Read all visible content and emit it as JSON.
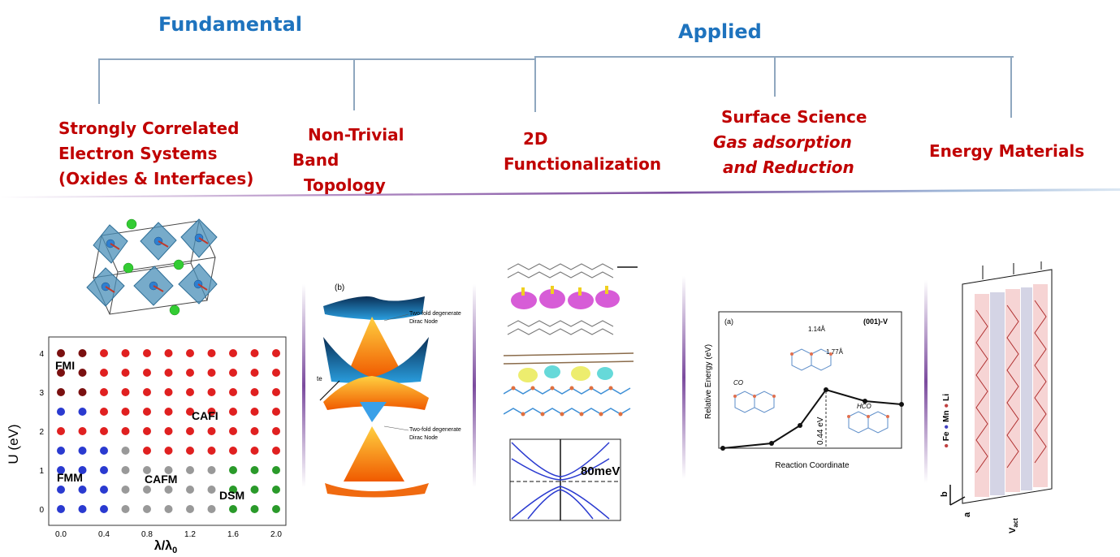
{
  "headers": {
    "fundamental": "Fundamental",
    "applied": "Applied"
  },
  "categories": {
    "correlated": [
      "Strongly Correlated",
      "Electron Systems",
      "(Oxides & Interfaces)"
    ],
    "topology": [
      "Non-Trivial",
      "Band",
      "Topology"
    ],
    "twod": [
      "2D",
      "Functionalization"
    ],
    "surface": [
      "Surface Science",
      "Gas adsorption",
      "and Reduction"
    ],
    "energy": "Energy Materials"
  },
  "phase_plot": {
    "ylabel": "U (eV)",
    "xlabel": "λ/λ",
    "xlabel_sub": "0",
    "xticks": [
      "0.0",
      "0.4",
      "0.8",
      "1.2",
      "1.6",
      "2.0"
    ],
    "yticks": [
      "0",
      "1",
      "2",
      "3",
      "4"
    ],
    "regions": [
      "FMI",
      "CAFI",
      "FMM",
      "CAFM",
      "DSM"
    ]
  },
  "dirac": {
    "panel_label": "(b)",
    "arrow_label": "te",
    "node_top": [
      "Two-fold degenerate",
      "Dirac Node"
    ],
    "node_bottom": [
      "Two-fold degenerate",
      "Dirac Node"
    ]
  },
  "band_inset": {
    "gap": "80meV"
  },
  "reaction": {
    "panel": "(a)",
    "surface": "(001)-V",
    "ylabel": "Relative Energy (eV)",
    "xlabel": "Reaction Coordinate",
    "bond1": "1.14Å",
    "bond2": "1.77Å",
    "barrier": "0.44 eV",
    "species1": "CO",
    "species2": "HCO"
  },
  "energy_panel": {
    "legend": [
      "Fe",
      "Mn",
      "Li"
    ],
    "axis_b": "b",
    "axis_a": "a",
    "vact": "V",
    "vact_sub": "act"
  }
}
